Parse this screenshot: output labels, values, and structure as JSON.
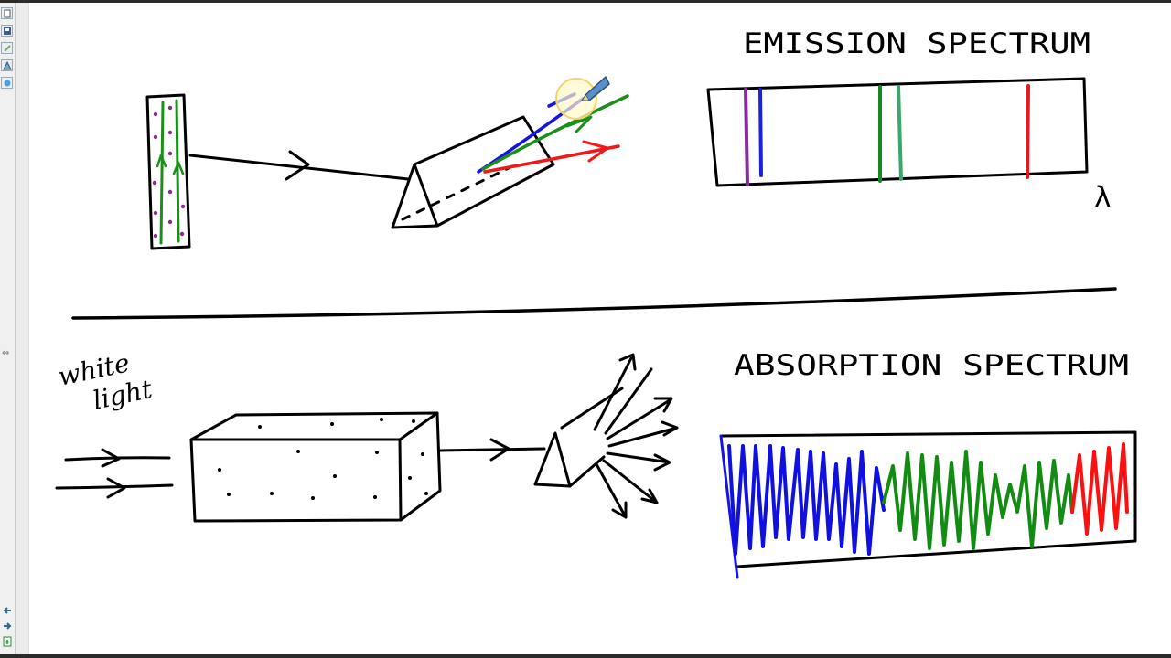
{
  "toolbar": {
    "icons": [
      "page-icon",
      "save-icon",
      "pen-icon",
      "shape-icon",
      "fill-icon",
      "image-icon"
    ],
    "nav": [
      "back-arrow-icon",
      "forward-arrow-icon",
      "page-add-icon"
    ]
  },
  "whiteboard": {
    "emission": {
      "title": "EMISSION SPECTRUM",
      "axis_symbol": "λ",
      "lines": [
        {
          "name": "violet",
          "color": "#8a2aa0"
        },
        {
          "name": "blue",
          "color": "#1e22d6"
        },
        {
          "name": "green",
          "color": "#178c1e"
        },
        {
          "name": "light-green",
          "color": "#3aa86a"
        },
        {
          "name": "red",
          "color": "#e11c1c"
        }
      ]
    },
    "absorption": {
      "title": "ABSORPTION SPECTRUM",
      "source_label_line1": "white",
      "source_label_line2": "light",
      "bands": [
        {
          "name": "blue",
          "color": "#1010e0"
        },
        {
          "name": "green",
          "color": "#128c12"
        },
        {
          "name": "red",
          "color": "#ff1010"
        }
      ]
    },
    "ink": {
      "black": "#000000",
      "blue": "#1414e6",
      "green": "#1a8f1a",
      "red": "#ee1a1a",
      "dots": "#8a2c8a"
    }
  }
}
